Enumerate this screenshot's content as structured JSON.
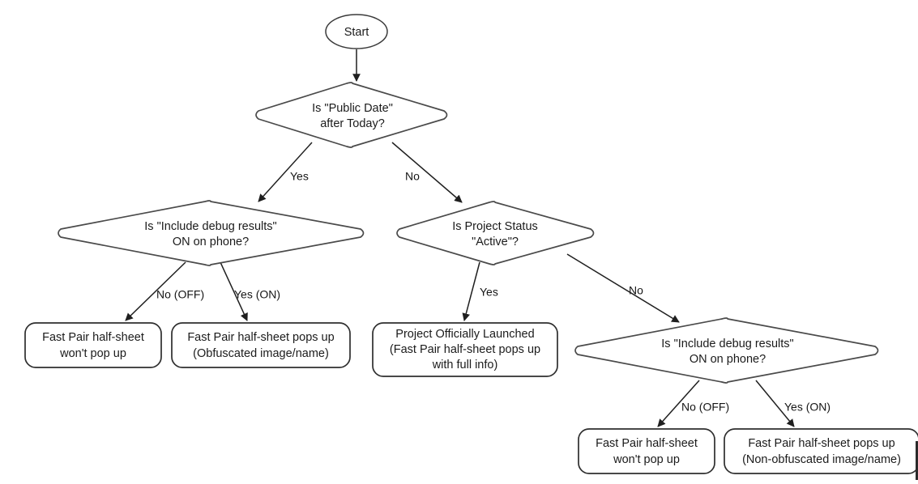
{
  "diagram": {
    "title": "Fast Pair Half-Sheet Decision Flowchart",
    "type": "flowchart",
    "background_color": "#ffffff",
    "stroke_color": "#2e2e2e",
    "text_color": "#1b1b1b"
  },
  "nodes": {
    "start": {
      "shape": "ellipse",
      "label": "Start",
      "lines": [
        "Start"
      ]
    },
    "d_public_date": {
      "shape": "diamond",
      "lines": [
        "Is \"Public Date\"",
        "after Today?"
      ]
    },
    "d_debug_left": {
      "shape": "diamond",
      "lines": [
        "Is \"Include debug results\"",
        "ON on phone?"
      ]
    },
    "d_project_status": {
      "shape": "diamond",
      "lines": [
        "Is Project Status",
        "\"Active\"?"
      ]
    },
    "d_debug_right": {
      "shape": "diamond",
      "lines": [
        "Is \"Include debug results\"",
        "ON on phone?"
      ]
    },
    "t_left_off": {
      "shape": "rounded-rect",
      "lines": [
        "Fast Pair half-sheet",
        "won't pop up"
      ]
    },
    "t_left_on": {
      "shape": "rounded-rect",
      "lines": [
        "Fast Pair half-sheet pops up",
        "(Obfuscated image/name)"
      ]
    },
    "t_launched": {
      "shape": "rounded-rect",
      "lines": [
        "Project Officially Launched",
        "(Fast Pair half-sheet pops up",
        "with full info)"
      ]
    },
    "t_right_off": {
      "shape": "rounded-rect",
      "lines": [
        "Fast Pair half-sheet",
        "won't pop up"
      ]
    },
    "t_right_on": {
      "shape": "rounded-rect",
      "lines": [
        "Fast Pair half-sheet pops up",
        "(Non-obfuscated image/name)"
      ]
    }
  },
  "edges": {
    "start_to_public_date": {
      "label": ""
    },
    "public_date_yes": {
      "label": "Yes"
    },
    "public_date_no": {
      "label": "No"
    },
    "debug_left_off": {
      "label": "No (OFF)"
    },
    "debug_left_on": {
      "label": "Yes (ON)"
    },
    "project_status_yes": {
      "label": "Yes"
    },
    "project_status_no": {
      "label": "No"
    },
    "debug_right_off": {
      "label": "No (OFF)"
    },
    "debug_right_on": {
      "label": "Yes (ON)"
    }
  }
}
